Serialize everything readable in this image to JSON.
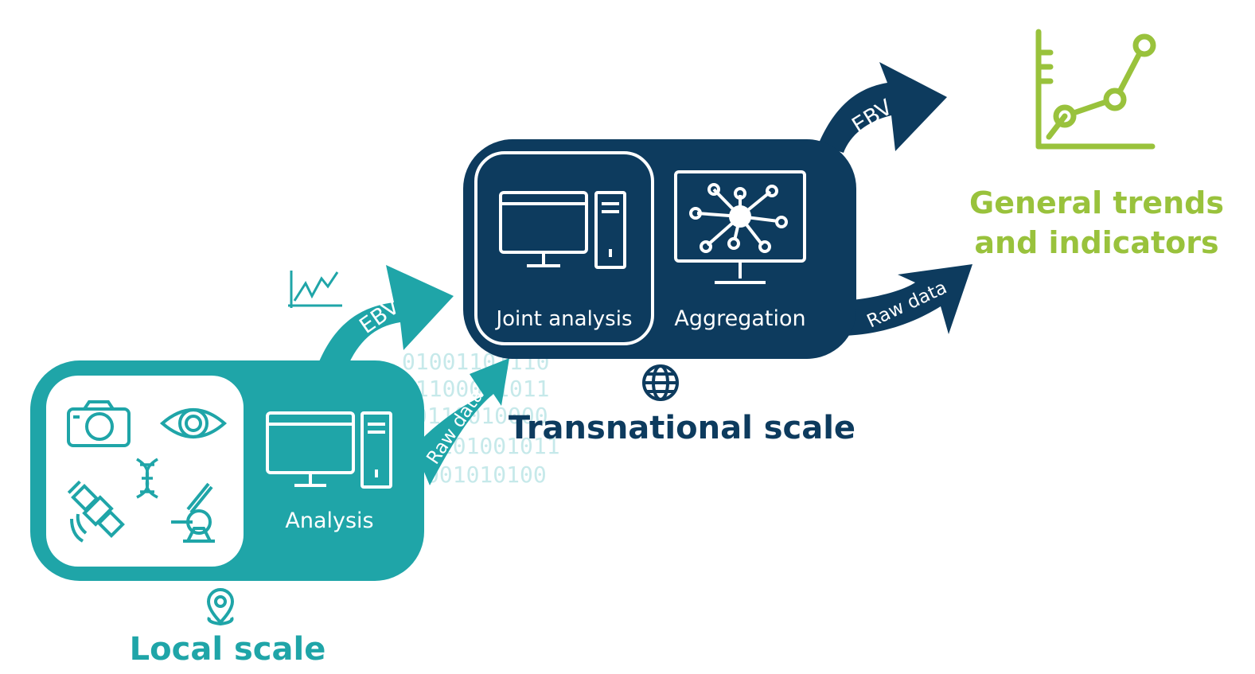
{
  "colors": {
    "teal": "#1fa5a8",
    "navy": "#0d3b5e",
    "green": "#99c23c",
    "binary": "#c6e9ea",
    "white": "#ffffff"
  },
  "local": {
    "panel_label": "Analysis",
    "scale_title": "Local scale",
    "ebv_label": "EBV",
    "raw_label": "Raw data",
    "icons": [
      "camera-icon",
      "eye-icon",
      "dna-icon",
      "satellite-icon",
      "microscope-icon",
      "computer-icon",
      "location-pin-icon",
      "line-chart-icon"
    ]
  },
  "binary_lines": [
    "01001101110",
    "01100001011",
    "0110010000",
    "1101001011",
    "001010100"
  ],
  "transnational": {
    "joint_label": "Joint analysis",
    "aggregation_label": "Aggregation",
    "scale_title": "Transnational scale",
    "ebv_label": "EBV",
    "raw_label": "Raw data",
    "icons": [
      "computer-icon",
      "network-monitor-icon",
      "globe-icon"
    ]
  },
  "result": {
    "line1": "General trends",
    "line2": "and indicators",
    "icon": "trend-chart-icon"
  }
}
